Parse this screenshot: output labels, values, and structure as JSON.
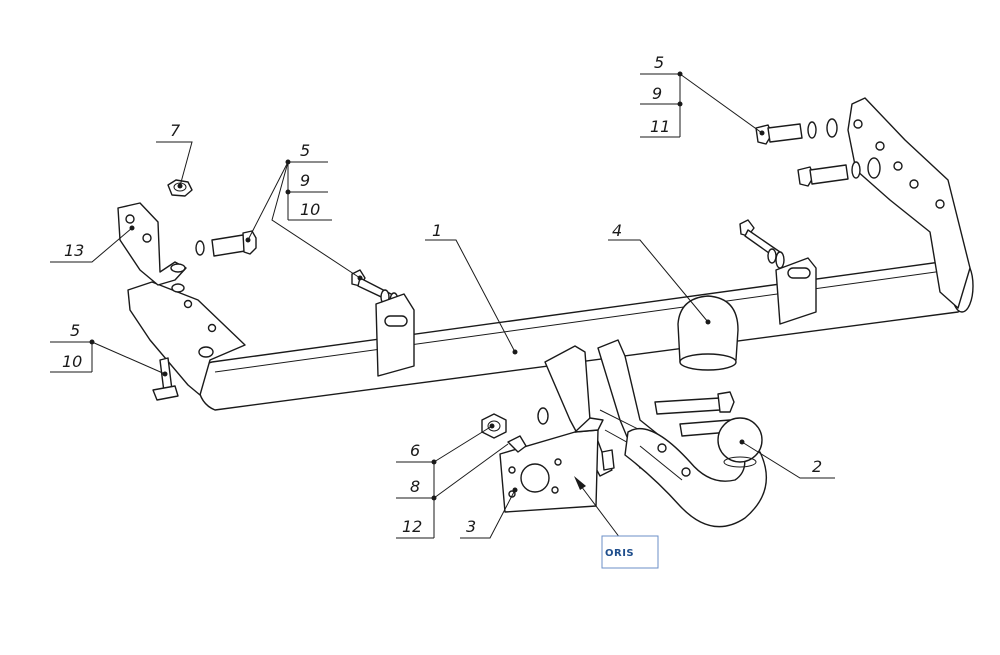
{
  "callouts": {
    "c1": "1",
    "c2": "2",
    "c3": "3",
    "c4": "4",
    "c5_top_left": "5",
    "c9_top_left": "9",
    "c10_top_left": "10",
    "c5_top_right": "5",
    "c9_top_right": "9",
    "c11": "11",
    "c5_bottom_left": "5",
    "c10_bottom_left": "10",
    "c6": "6",
    "c8": "8",
    "c12": "12",
    "c7": "7",
    "c13": "13"
  },
  "logo": {
    "text": "ORIS"
  },
  "colors": {
    "line": "#1a1a1a",
    "logo": "#1f4e8c"
  }
}
